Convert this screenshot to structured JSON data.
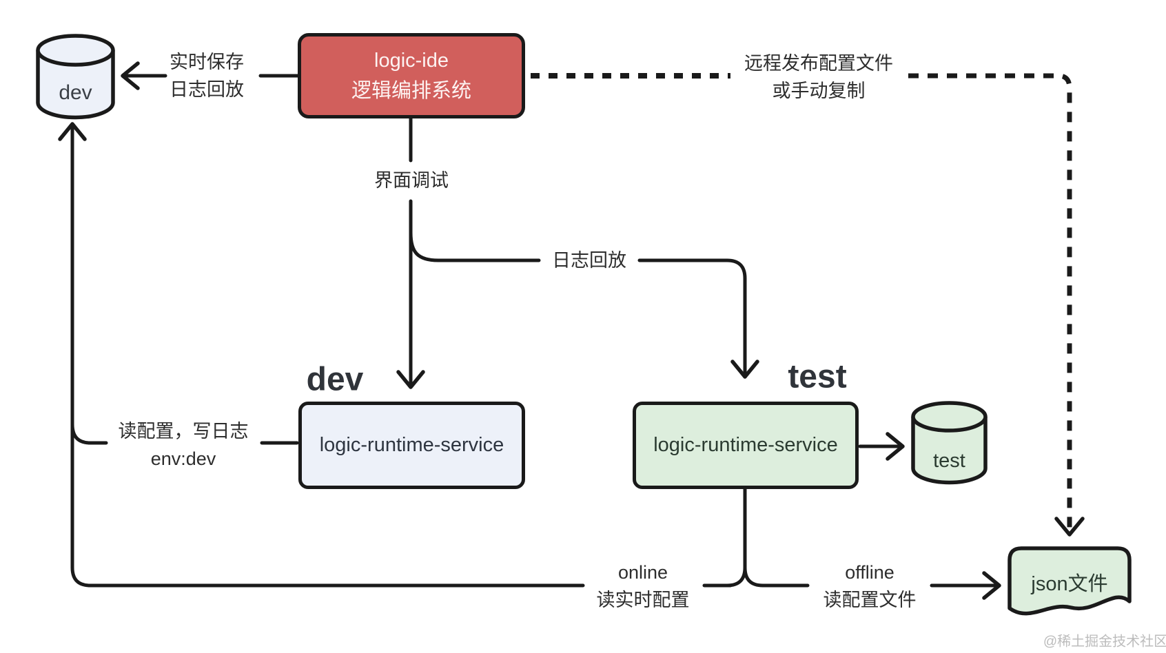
{
  "diagram": {
    "nodes": {
      "dev_db": {
        "label": "dev"
      },
      "logic_ide": {
        "line1": "logic-ide",
        "line2": "逻辑编排系统"
      },
      "dev_runtime": {
        "label": "logic-runtime-service"
      },
      "test_runtime": {
        "label": "logic-runtime-service"
      },
      "test_db": {
        "label": "test"
      },
      "json_file": {
        "label": "json文件"
      }
    },
    "headings": {
      "dev": "dev",
      "test": "test"
    },
    "edges": {
      "save_replay": {
        "line1": "实时保存",
        "line2": "日志回放"
      },
      "remote_publish": {
        "line1": "远程发布配置文件",
        "line2": "或手动复制"
      },
      "ui_debug": {
        "label": "界面调试"
      },
      "log_replay": {
        "label": "日志回放"
      },
      "read_config": {
        "line1": "读配置，写日志",
        "line2": "env:dev"
      },
      "online": {
        "line1": "online",
        "line2": "读实时配置"
      },
      "offline": {
        "line1": "offline",
        "line2": "读配置文件"
      }
    },
    "watermark": "@稀土掘金技术社区",
    "colors": {
      "ide_fill": "#d15f5c",
      "ide_text": "#fdf3f2",
      "dev_fill": "#edf1f9",
      "test_fill": "#ddeedd",
      "line_stroke": "#1a1a1a",
      "watermark_text": "#bcbcbc"
    }
  }
}
